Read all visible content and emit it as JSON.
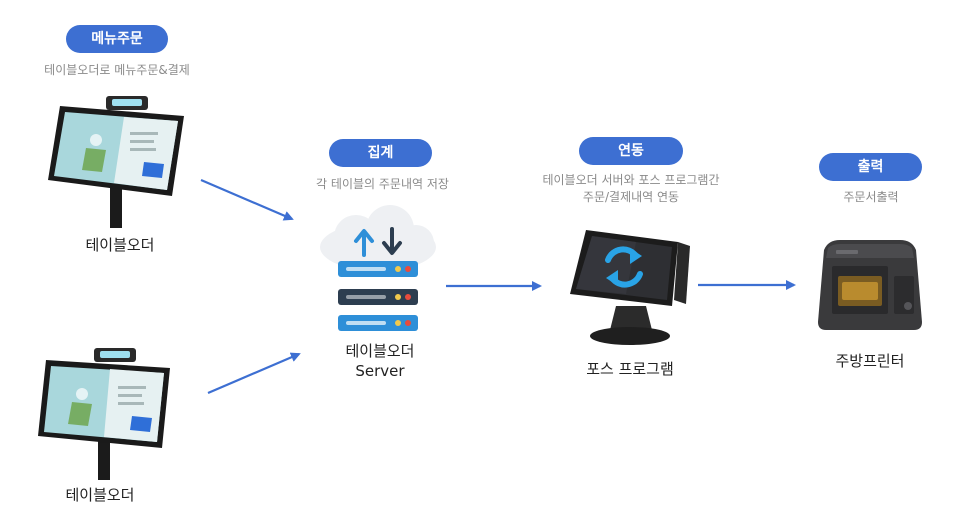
{
  "steps": [
    {
      "tag": "메뉴주문",
      "caption": "테이블오더로 메뉴주문&결제"
    },
    {
      "tag": "집계",
      "caption": "각 테이블의 주문내역 저장"
    },
    {
      "tag": "연동",
      "caption_line1": "테이블오더 서버와 포스 프로그램간",
      "caption_line2": "주문/결제내역 연동"
    },
    {
      "tag": "출력",
      "caption": "주문서출력"
    }
  ],
  "devices": {
    "tablet_top": "테이블오더",
    "tablet_bottom": "테이블오더",
    "server_line1": "테이블오더",
    "server_line2": "Server",
    "pos": "포스 프로그램",
    "printer": "주방프린터"
  },
  "colors": {
    "pill": "#3d6fd2",
    "arrow": "#3d6fd2",
    "caption": "#8a8a8a"
  },
  "icons": [
    "tablet-icon",
    "cloud-server-icon",
    "pos-terminal-icon",
    "sync-icon",
    "printer-icon"
  ]
}
